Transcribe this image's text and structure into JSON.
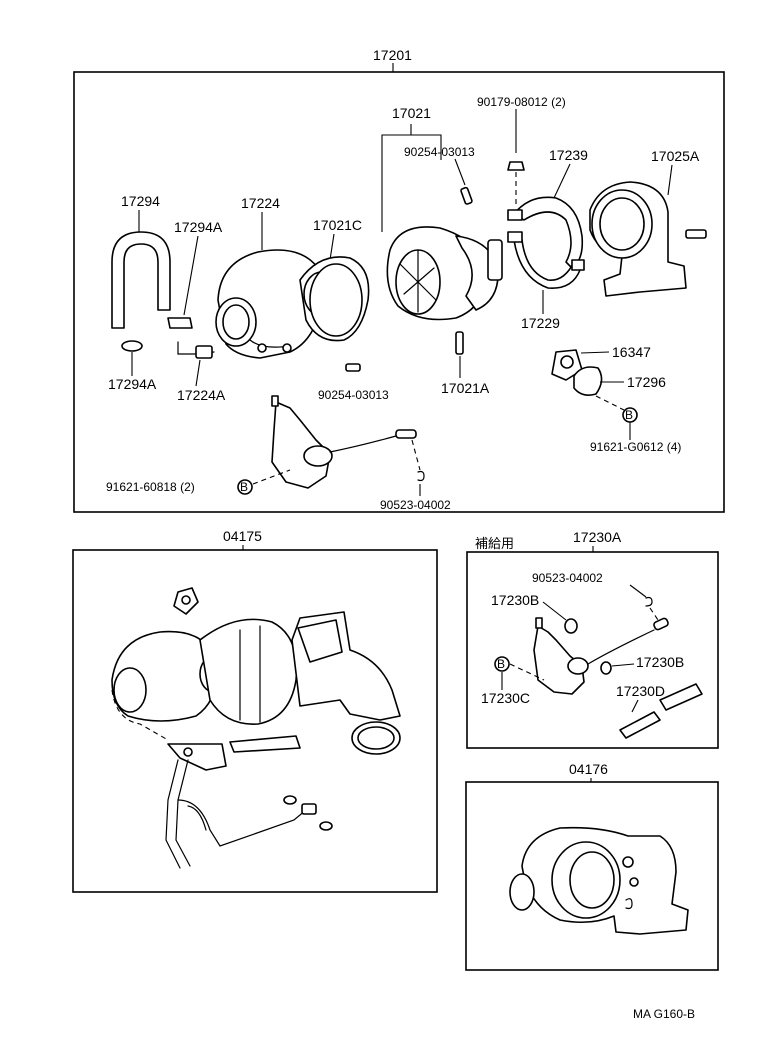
{
  "main_group": {
    "label": "17201"
  },
  "labels": {
    "p17021": "17021",
    "p90179": "90179-08012 (2)",
    "p90254_top": "90254-03013",
    "p17239": "17239",
    "p17025A": "17025A",
    "p17294": "17294",
    "p17224": "17224",
    "p17294A_top": "17294A",
    "p17021C": "17021C",
    "p17229": "17229",
    "p16347": "16347",
    "p17294A_bot": "17294A",
    "p17224A": "17224A",
    "p90254_bot": "90254-03013",
    "p17021A": "17021A",
    "p17296": "17296",
    "p91621_G": "91621-G0612 (4)",
    "p91621_60": "91621-60818 (2)",
    "p90523_main": "90523-04002"
  },
  "assembly_04175": {
    "label": "04175"
  },
  "service_kit": {
    "note": "補給用",
    "label": "17230A",
    "p90523": "90523-04002",
    "p17230B_a": "17230B",
    "p17230B_b": "17230B",
    "p17230C": "17230C",
    "p17230D": "17230D"
  },
  "assembly_04176": {
    "label": "04176"
  },
  "footer": {
    "code": "MA  G160-B"
  },
  "icons": [
    "bolt-b-symbol",
    "turbine-housing",
    "compressor-housing",
    "wastegate-actuator",
    "v-band-clamp",
    "hose"
  ]
}
